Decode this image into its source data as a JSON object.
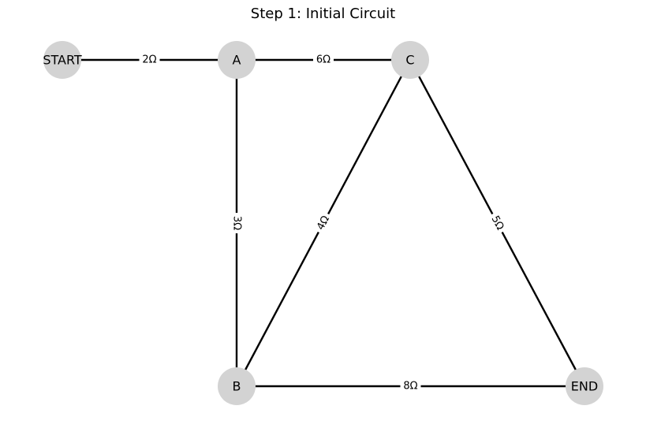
{
  "title": "Step 1: Initial Circuit",
  "colors": {
    "node_fill": "#d3d3d3",
    "edge": "#000000",
    "background": "#ffffff",
    "text": "#000000"
  },
  "nodes": [
    {
      "id": "START",
      "label": "START"
    },
    {
      "id": "A",
      "label": "A"
    },
    {
      "id": "C",
      "label": "C"
    },
    {
      "id": "B",
      "label": "B"
    },
    {
      "id": "END",
      "label": "END"
    }
  ],
  "edges": [
    {
      "id": "start-a",
      "from": "START",
      "to": "A",
      "label": "2Ω"
    },
    {
      "id": "a-c",
      "from": "A",
      "to": "C",
      "label": "6Ω"
    },
    {
      "id": "a-b",
      "from": "A",
      "to": "B",
      "label": "3Ω"
    },
    {
      "id": "c-b",
      "from": "C",
      "to": "B",
      "label": "4Ω"
    },
    {
      "id": "c-end",
      "from": "C",
      "to": "END",
      "label": "5Ω"
    },
    {
      "id": "b-end",
      "from": "B",
      "to": "END",
      "label": "8Ω"
    }
  ]
}
